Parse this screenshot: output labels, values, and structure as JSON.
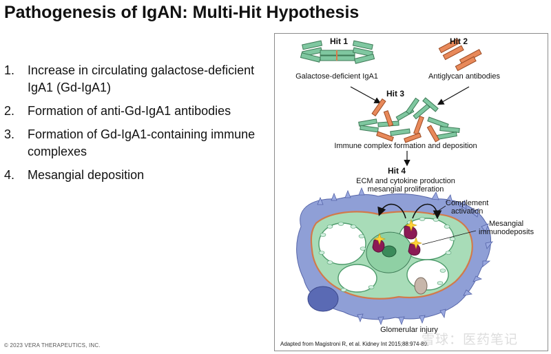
{
  "slide": {
    "title": "Pathogenesis of IgAN: Multi-Hit Hypothesis",
    "items": [
      {
        "num": "1.",
        "text": "Increase in circulating galactose-deficient IgA1 (Gd-IgA1)"
      },
      {
        "num": "2.",
        "text": "Formation of anti-Gd-IgA1 antibodies"
      },
      {
        "num": "3.",
        "text": "Formation of Gd-IgA1-containing immune complexes"
      },
      {
        "num": "4.",
        "text": "Mesangial deposition"
      }
    ],
    "footer": "© 2023 VERA THERAPEUTICS, INC."
  },
  "figure": {
    "hit1": "Hit 1",
    "hit1_label": "Galactose-deficient IgA1",
    "hit2": "Hit 2",
    "hit2_label": "Antiglycan antibodies",
    "hit3": "Hit 3",
    "hit3_label": "Immune complex formation and deposition",
    "hit4": "Hit 4",
    "hit4_line1": "ECM and cytokine production",
    "hit4_line2": "mesangial proliferation",
    "complement_line1": "Complement",
    "complement_line2": "activation",
    "mesangial_line1": "Mesangial",
    "mesangial_line2": "immunodeposits",
    "bottom_label": "Glomerular injury",
    "citation": "Adapted from Magistroni R, et al. Kidney Int 2015;88:974-89.",
    "colors": {
      "iga": "#7fc7a0",
      "antibody": "#e07a4a",
      "deposit": "#8b1a55",
      "podocyte": "#8f9fd6",
      "mesangium": "#a8dcb8"
    }
  },
  "watermark": "雪球：医药笔记"
}
